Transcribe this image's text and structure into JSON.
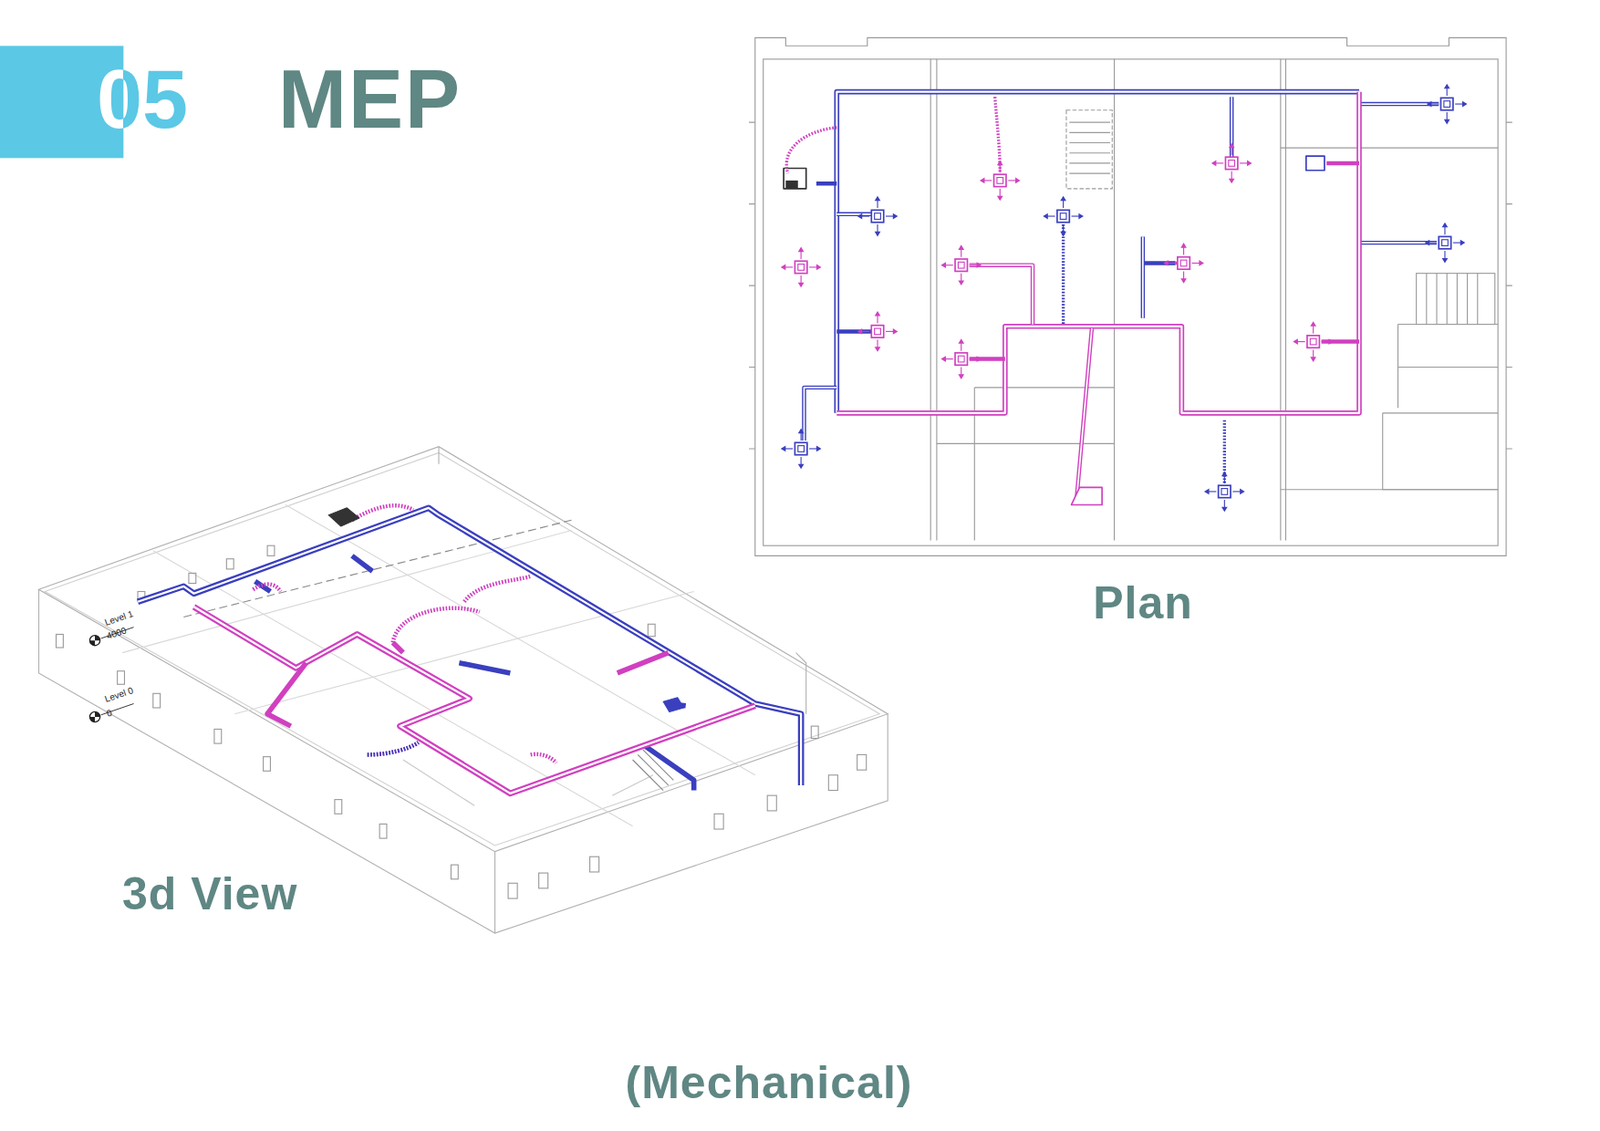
{
  "diagram": {
    "title": "MEP",
    "caption": "(Mechanical)",
    "labels": [
      "05",
      "Plan",
      "3d View",
      "Level 1",
      "4000",
      "Level 0",
      "0"
    ]
  }
}
